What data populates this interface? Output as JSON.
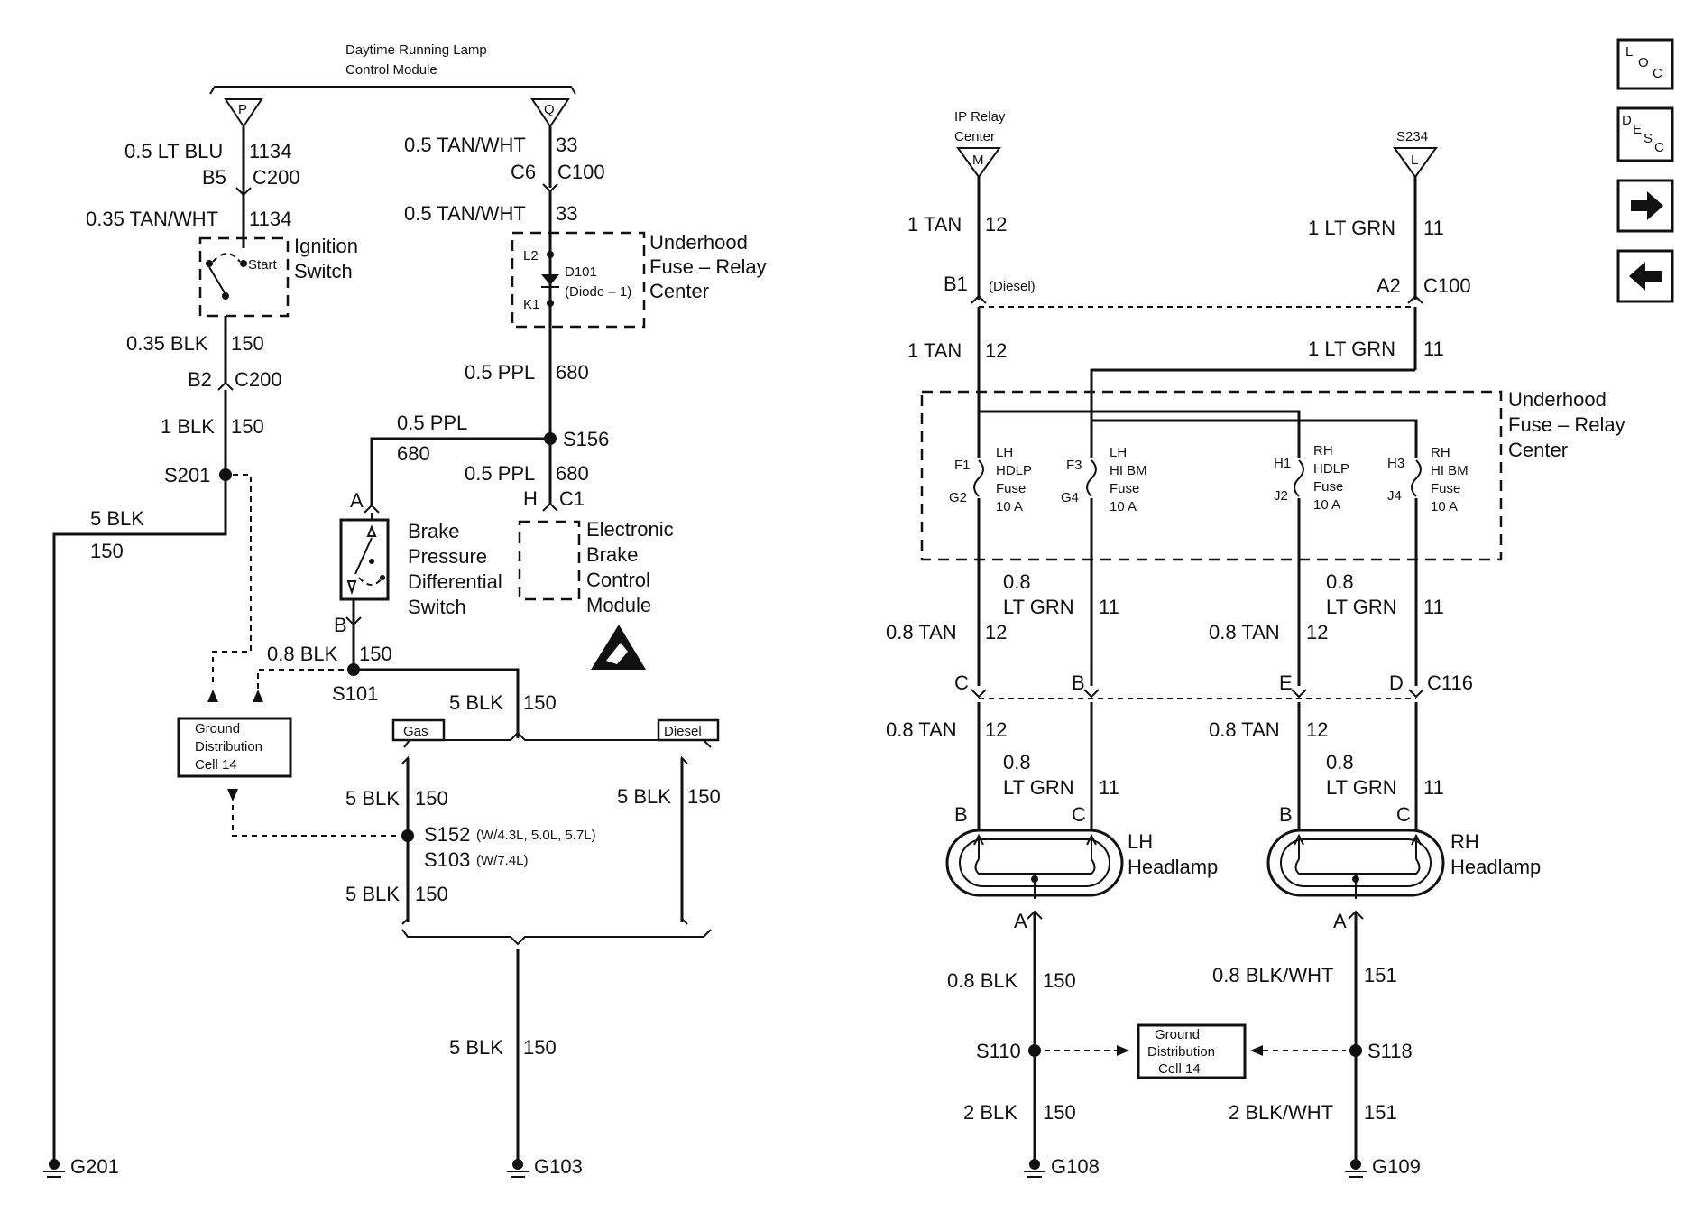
{
  "left": {
    "drl_title_1": "Daytime Running Lamp",
    "drl_title_2": "Control Module",
    "term_p": "P",
    "term_q": "Q",
    "w_p1_gauge": "0.5 LT BLU",
    "w_p1_num": "1134",
    "conn_b5": "B5",
    "conn_c200a": "C200",
    "w_p2_gauge": "0.35 TAN/WHT",
    "w_p2_num": "1134",
    "start_lbl": "Start",
    "ign_1": "Ignition",
    "ign_2": "Switch",
    "w_p3_gauge": "0.35 BLK",
    "w_p3_num": "150",
    "conn_b2": "B2",
    "conn_c200b": "C200",
    "w_p4_gauge": "1 BLK",
    "w_p4_num": "150",
    "splice_s201": "S201",
    "w_p5_gauge": "5 BLK",
    "w_p5_num": "150",
    "ground_g201": "G201",
    "w_q1_gauge": "0.5 TAN/WHT",
    "w_q1_num": "33",
    "conn_c6": "C6",
    "conn_c100": "C100",
    "w_q2_gauge": "0.5 TAN/WHT",
    "w_q2_num": "33",
    "uh_1": "Underhood",
    "uh_2": "Fuse – Relay",
    "uh_3": "Center",
    "l2": "L2",
    "k1": "K1",
    "diode_1": "D101",
    "diode_2": "(Diode – 1)",
    "w_q3_gauge": "0.5 PPL",
    "w_q3_num": "680",
    "w_q4_gauge": "0.5 PPL",
    "w_q4_num": "680",
    "splice_s156": "S156",
    "w_q5_gauge": "0.5 PPL",
    "w_q5_num": "680",
    "conn_h": "H",
    "conn_c1": "C1",
    "ebcm_1": "Electronic",
    "ebcm_2": "Brake",
    "ebcm_3": "Control",
    "ebcm_4": "Module",
    "conn_a": "A",
    "bpds_1": "Brake",
    "bpds_2": "Pressure",
    "bpds_3": "Differential",
    "bpds_4": "Switch",
    "conn_b": "B",
    "w_b1_gauge": "0.8 BLK",
    "w_b1_num": "150",
    "splice_s101": "S101",
    "w_b2_gauge": "5 BLK",
    "w_b2_num": "150",
    "gas": "Gas",
    "diesel": "Diesel",
    "gd_1": "Ground",
    "gd_2": "Distribution",
    "gd_3": "Cell 14",
    "w_g1_gauge": "5 BLK",
    "w_g1_num": "150",
    "w_d1_gauge": "5 BLK",
    "w_d1_num": "150",
    "splice_s152": "S152",
    "s152_note": "(W/4.3L, 5.0L, 5.7L)",
    "splice_s103": "S103",
    "s103_note": "(W/7.4L)",
    "w_g2_gauge": "5 BLK",
    "w_g2_num": "150",
    "w_g3_gauge": "5 BLK",
    "w_g3_num": "150",
    "ground_g103": "G103"
  },
  "right": {
    "ipr_1": "IP Relay",
    "ipr_2": "Center",
    "term_m": "M",
    "s234": "S234",
    "term_l": "L",
    "w_m1_gauge": "1 TAN",
    "w_m1_num": "12",
    "w_l1_gauge": "1 LT GRN",
    "w_l1_num": "11",
    "conn_b1": "B1",
    "diesel_note": "(Diesel)",
    "conn_a2": "A2",
    "conn_c100": "C100",
    "w_m2_gauge": "1 TAN",
    "w_m2_num": "12",
    "w_l2_gauge": "1 LT GRN",
    "w_l2_num": "11",
    "uh_1": "Underhood",
    "uh_2": "Fuse – Relay",
    "uh_3": "Center",
    "f1": "F1",
    "g2": "G2",
    "fuse1_1": "LH",
    "fuse1_2": "HDLP",
    "fuse1_3": "Fuse",
    "fuse1_4": "10 A",
    "f3": "F3",
    "g4": "G4",
    "fuse2_1": "LH",
    "fuse2_2": "HI BM",
    "fuse2_3": "Fuse",
    "fuse2_4": "10 A",
    "h1": "H1",
    "j2": "J2",
    "fuse3_1": "RH",
    "fuse3_2": "HDLP",
    "fuse3_3": "Fuse",
    "fuse3_4": "10 A",
    "h3": "H3",
    "j4": "J4",
    "fuse4_1": "RH",
    "fuse4_2": "HI BM",
    "fuse4_3": "Fuse",
    "fuse4_4": "10 A",
    "w_lg1_a": "0.8",
    "w_lg1_b": "LT GRN",
    "w_lg1_num": "11",
    "w_lg2_a": "0.8",
    "w_lg2_b": "LT GRN",
    "w_lg2_num": "11",
    "w_t1_gauge": "0.8 TAN",
    "w_t1_num": "12",
    "w_t2_gauge": "0.8 TAN",
    "w_t2_num": "12",
    "pin_c": "C",
    "pin_b": "B",
    "pin_e": "E",
    "pin_d": "D",
    "conn_c116": "C116",
    "w_t3_gauge": "0.8 TAN",
    "w_t3_num": "12",
    "w_t4_gauge": "0.8 TAN",
    "w_t4_num": "12",
    "w_lg3_a": "0.8",
    "w_lg3_b": "LT GRN",
    "w_lg3_num": "11",
    "w_lg4_a": "0.8",
    "w_lg4_b": "LT GRN",
    "w_lg4_num": "11",
    "lh_b": "B",
    "lh_c": "C",
    "rh_b": "B",
    "rh_c": "C",
    "lh_hl_1": "LH",
    "lh_hl_2": "Headlamp",
    "rh_hl_1": "RH",
    "rh_hl_2": "Headlamp",
    "lh_a": "A",
    "rh_a": "A",
    "w_gl1_gauge": "0.8 BLK",
    "w_gl1_num": "150",
    "w_gr1_gauge": "0.8 BLK/WHT",
    "w_gr1_num": "151",
    "splice_s110": "S110",
    "splice_s118": "S118",
    "gd_1": "Ground",
    "gd_2": "Distribution",
    "gd_3": "Cell 14",
    "w_gl2_gauge": "2 BLK",
    "w_gl2_num": "150",
    "w_gr2_gauge": "2 BLK/WHT",
    "w_gr2_num": "151",
    "ground_g108": "G108",
    "ground_g109": "G109"
  },
  "nav": {
    "loc_l": "L",
    "loc_o": "O",
    "loc_c": "C",
    "desc_d": "D",
    "desc_e": "E",
    "desc_s": "S",
    "desc_c": "C"
  }
}
